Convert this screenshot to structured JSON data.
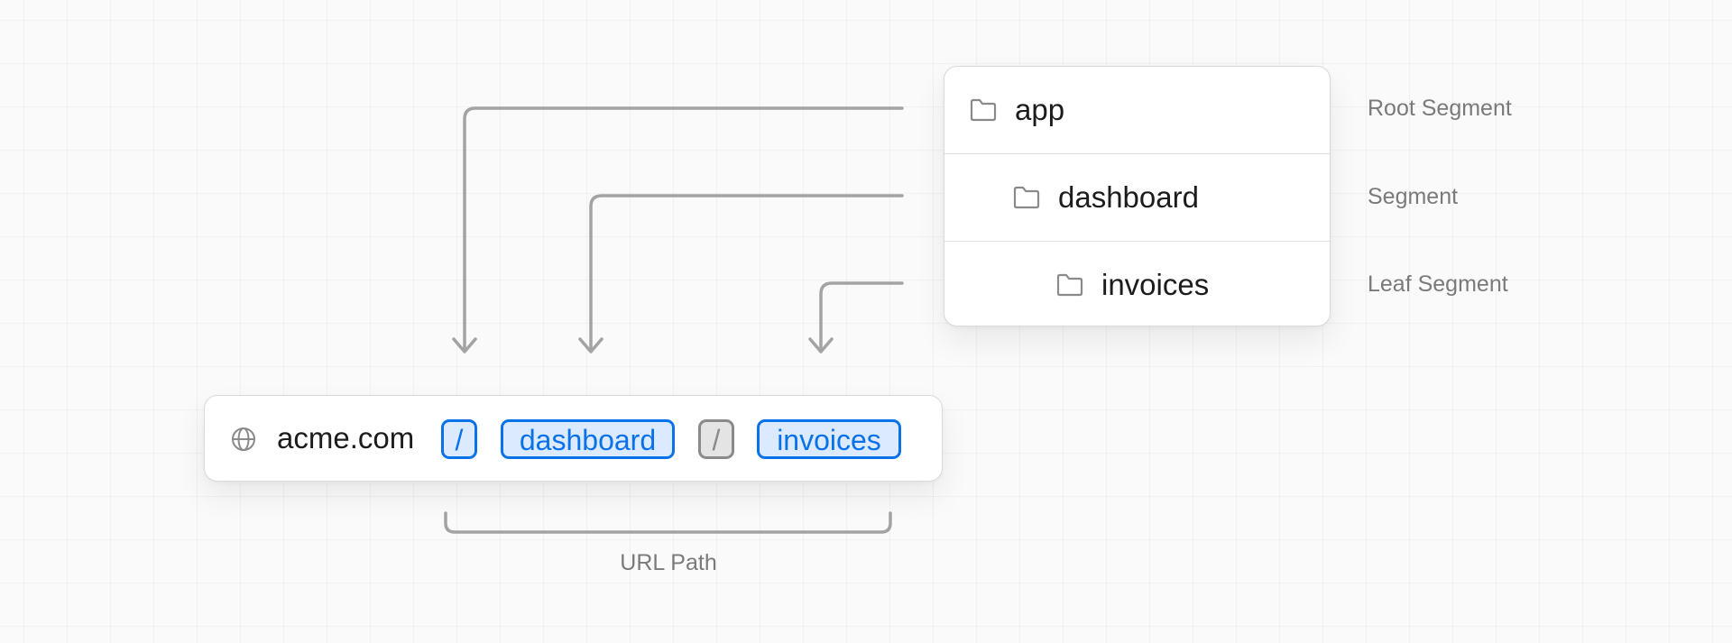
{
  "folder_tree": {
    "rows": [
      {
        "label": "app",
        "icon": "folder-icon"
      },
      {
        "label": "dashboard",
        "icon": "folder-icon"
      },
      {
        "label": "invoices",
        "icon": "folder-icon"
      }
    ]
  },
  "segment_labels": [
    "Root Segment",
    "Segment",
    "Leaf Segment"
  ],
  "url_bar": {
    "icon": "globe-icon",
    "domain": "acme.com",
    "parts": [
      {
        "text": "/",
        "style": "blue"
      },
      {
        "text": "dashboard",
        "style": "blue"
      },
      {
        "text": "/",
        "style": "gray"
      },
      {
        "text": "invoices",
        "style": "blue"
      }
    ]
  },
  "url_path_caption": "URL Path",
  "colors": {
    "accent_blue": "#0a72e8",
    "accent_blue_bg": "#dbeaff",
    "muted_gray": "#8a8a8a",
    "connector": "#a3a3a3"
  }
}
